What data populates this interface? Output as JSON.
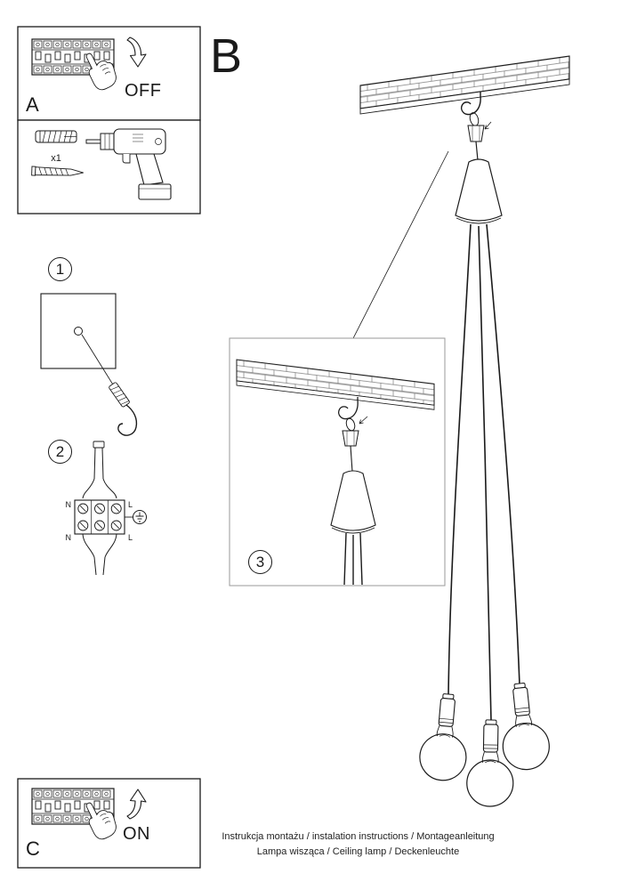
{
  "sheet": {
    "section_label": "B",
    "footer_line1": "Instrukcja montażu / instalation instructions / Montageanleitung",
    "footer_line2": "Lampa wisząca / Ceiling lamp / Deckenleuchte"
  },
  "panel_a": {
    "label": "A",
    "breaker_state": "OFF"
  },
  "panel_c": {
    "label": "C",
    "breaker_state": "ON"
  },
  "tools": {
    "anchor_quantity": "x1"
  },
  "steps": {
    "step1": "1",
    "step2": "2",
    "step3": "3"
  },
  "wiring": {
    "neutral_label": "N",
    "live_label": "L"
  }
}
